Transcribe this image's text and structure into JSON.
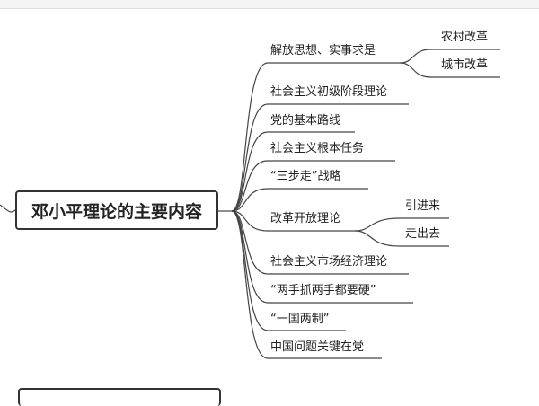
{
  "root": {
    "label": "邓小平理论的主要内容"
  },
  "branches": [
    {
      "label": "解放思想、实事求是",
      "children": [
        {
          "label": "农村改革"
        },
        {
          "label": "城市改革"
        }
      ]
    },
    {
      "label": "社会主义初级阶段理论"
    },
    {
      "label": "党的基本路线"
    },
    {
      "label": "社会主义根本任务"
    },
    {
      "label": "“三步走”战略"
    },
    {
      "label": "改革开放理论",
      "children": [
        {
          "label": "引进来"
        },
        {
          "label": "走出去"
        }
      ]
    },
    {
      "label": "社会主义市场经济理论"
    },
    {
      "label": "“两手抓两手都要硬”"
    },
    {
      "label": "“一国两制”"
    },
    {
      "label": "中国问题关键在党"
    }
  ],
  "colors": {
    "line": "#444444",
    "text": "#222222"
  }
}
